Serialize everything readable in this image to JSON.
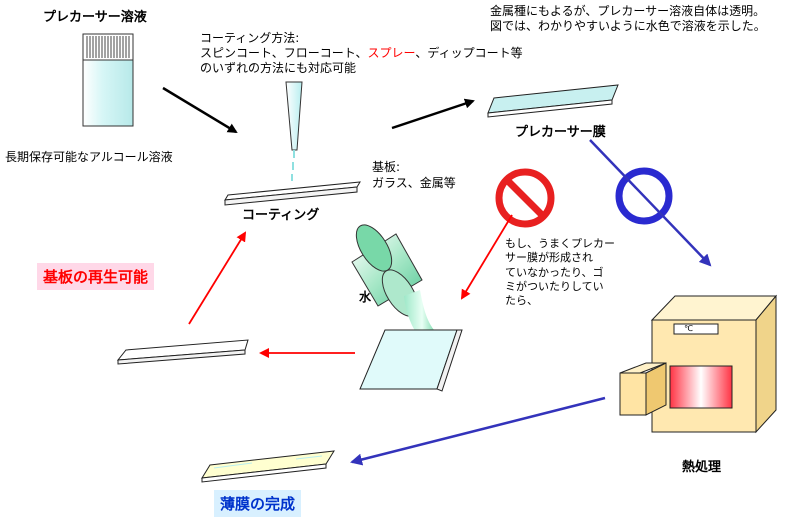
{
  "labels": {
    "precursor_solution": "プレカーサー溶液",
    "storage_note": "長期保存可能なアルコール溶液",
    "coating_method_title": "コーティング方法:",
    "coating_methods_prefix": "スピンコート、フローコート、",
    "coating_methods_spray": "スプレー",
    "coating_methods_suffix": "、ディップコート等",
    "coating_methods_line2": "のいずれの方法にも対応可能",
    "color_note_line1": "金属種にもよるが、プレカーサー溶液自体は透明。",
    "color_note_line2": "図では、わかりやすいように水色で溶液を示した。",
    "precursor_film": "プレカーサー膜",
    "substrate_line1": "基板:",
    "substrate_line2": "ガラス、金属等",
    "coating": "コーティング",
    "substrate_reuse": "基板の再生可能",
    "water": "水",
    "failure_note": "もし、うまくプレカー\nサー膜が形成され\nていなかったり、ゴ\nミがついたりしてい\nたら、",
    "oven_display": "℃",
    "heat_treatment": "熱処理",
    "thin_film_done": "薄膜の完成"
  },
  "colors": {
    "solution": "#c8f0f0",
    "red_arrow": "#ff0000",
    "blue_arrow": "#3333bb",
    "ng_symbol": "#e82020",
    "ok_symbol": "#2a2ad0",
    "reuse_tag_bg": "#ffd8e8",
    "reuse_tag_text": "#ff0000",
    "done_tag_bg": "#d8f0ff",
    "done_tag_text": "#0033cc",
    "oven_body": "#ffe8b0"
  },
  "icons": {
    "ng": "prohibited-icon",
    "ok": "circle-ok-icon"
  }
}
